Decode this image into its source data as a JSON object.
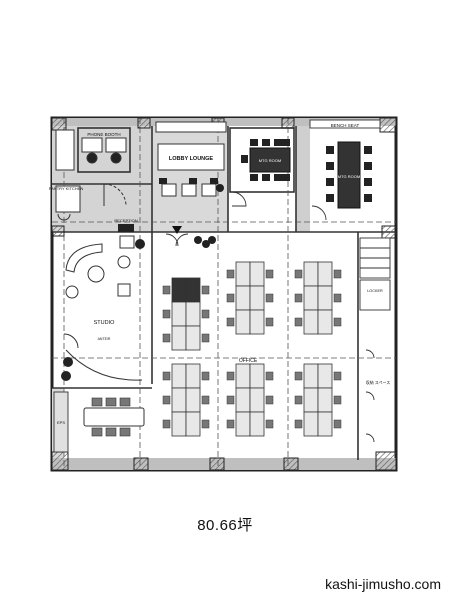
{
  "floor_plan": {
    "rooms": {
      "phone_booth": "PHONE BOOTH",
      "kitchen": "PANTRY KITCHEN",
      "lobby_lounge": "LOBBY LOUNGE",
      "mtg_room_1": "MTG ROOM",
      "mtg_room_2": "MTG ROOM",
      "bench_seat": "BENCH SEAT",
      "reception": "RECEPTION",
      "studio": "STUDIO",
      "studio_note": "ANTE/R",
      "office": "OFFICE",
      "locker": "LOCKER",
      "storage": "収納 スペース",
      "eps": "EPS"
    }
  },
  "area_label": "80.66坪",
  "site_label": "kashi-jimusho.com"
}
